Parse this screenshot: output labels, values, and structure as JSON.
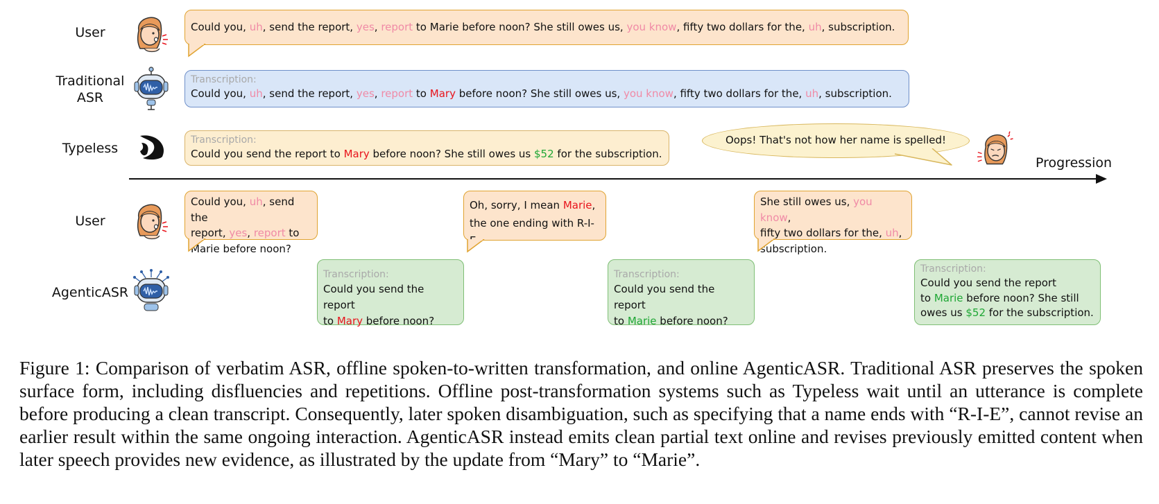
{
  "rows": {
    "user1": "User",
    "traditional_l1": "Traditional",
    "traditional_l2": "ASR",
    "typeless": "Typeless",
    "user2": "User",
    "agentic": "AgenticASR"
  },
  "progression": "Progression",
  "transcription_label": "Transcription:",
  "oops": "Oops!  That's not how her name is spelled!",
  "user1_utterance": [
    {
      "t": "Could you, ",
      "s": "n"
    },
    {
      "t": "uh",
      "s": "d"
    },
    {
      "t": ", send the report, ",
      "s": "n"
    },
    {
      "t": "yes",
      "s": "d"
    },
    {
      "t": ", ",
      "s": "n"
    },
    {
      "t": "report",
      "s": "d"
    },
    {
      "t": " to Marie before noon? She still owes us, ",
      "s": "n"
    },
    {
      "t": "you know",
      "s": "d"
    },
    {
      "t": ", fifty two dollars for the, ",
      "s": "n"
    },
    {
      "t": "uh",
      "s": "d"
    },
    {
      "t": ", subscription.",
      "s": "n"
    }
  ],
  "traditional_output": [
    {
      "t": "Could you, ",
      "s": "n"
    },
    {
      "t": "uh",
      "s": "d"
    },
    {
      "t": ", send the report, ",
      "s": "n"
    },
    {
      "t": "yes",
      "s": "d"
    },
    {
      "t": ", ",
      "s": "n"
    },
    {
      "t": "report",
      "s": "d"
    },
    {
      "t": " to ",
      "s": "n"
    },
    {
      "t": "Mary",
      "s": "e"
    },
    {
      "t": " before noon? She still owes us, ",
      "s": "n"
    },
    {
      "t": "you know",
      "s": "d"
    },
    {
      "t": ", fifty two dollars for the, ",
      "s": "n"
    },
    {
      "t": "uh",
      "s": "d"
    },
    {
      "t": ", subscription.",
      "s": "n"
    }
  ],
  "typeless_output": [
    {
      "t": "Could you send the report to ",
      "s": "n"
    },
    {
      "t": "Mary",
      "s": "e"
    },
    {
      "t": " before noon? She still owes us ",
      "s": "n"
    },
    {
      "t": "$52",
      "s": "g"
    },
    {
      "t": " for the subscription.",
      "s": "n"
    }
  ],
  "user2_a": [
    {
      "t": "Could you, ",
      "s": "n"
    },
    {
      "t": "uh",
      "s": "d"
    },
    {
      "t": ", send the",
      "s": "n"
    },
    {
      "t": "\n",
      "s": "br"
    },
    {
      "t": "report, ",
      "s": "n"
    },
    {
      "t": "yes",
      "s": "d"
    },
    {
      "t": ", ",
      "s": "n"
    },
    {
      "t": "report",
      "s": "d"
    },
    {
      "t": " to",
      "s": "n"
    },
    {
      "t": "\n",
      "s": "br"
    },
    {
      "t": "Marie before noon?",
      "s": "n"
    }
  ],
  "user2_b": [
    {
      "t": "Oh, sorry, I mean ",
      "s": "n"
    },
    {
      "t": "Marie",
      "s": "e"
    },
    {
      "t": ",",
      "s": "n"
    },
    {
      "t": "\n",
      "s": "br"
    },
    {
      "t": "the one ending with R-I-E.",
      "s": "n"
    }
  ],
  "user2_c": [
    {
      "t": "She still owes us, ",
      "s": "n"
    },
    {
      "t": "you know",
      "s": "d"
    },
    {
      "t": ",",
      "s": "n"
    },
    {
      "t": "\n",
      "s": "br"
    },
    {
      "t": "fifty two dollars for the, ",
      "s": "n"
    },
    {
      "t": "uh",
      "s": "d"
    },
    {
      "t": ",",
      "s": "n"
    },
    {
      "t": "\n",
      "s": "br"
    },
    {
      "t": "subscription.",
      "s": "n"
    }
  ],
  "agentic_a": [
    {
      "t": "Could you send the report",
      "s": "n"
    },
    {
      "t": "\n",
      "s": "br"
    },
    {
      "t": "to ",
      "s": "n"
    },
    {
      "t": "Mary",
      "s": "e"
    },
    {
      "t": " before noon?",
      "s": "n"
    }
  ],
  "agentic_b": [
    {
      "t": "Could you send the report",
      "s": "n"
    },
    {
      "t": "\n",
      "s": "br"
    },
    {
      "t": "to ",
      "s": "n"
    },
    {
      "t": "Marie",
      "s": "g"
    },
    {
      "t": " before noon?",
      "s": "n"
    }
  ],
  "agentic_c": [
    {
      "t": "Could you send the report",
      "s": "n"
    },
    {
      "t": "\n",
      "s": "br"
    },
    {
      "t": "to ",
      "s": "n"
    },
    {
      "t": "Marie",
      "s": "g"
    },
    {
      "t": " before noon? She still",
      "s": "n"
    },
    {
      "t": "\n",
      "s": "br"
    },
    {
      "t": "owes us ",
      "s": "n"
    },
    {
      "t": "$52",
      "s": "g"
    },
    {
      "t": " for the subscription.",
      "s": "n"
    }
  ],
  "caption": "Figure 1: Comparison of verbatim ASR, offline spoken-to-written transformation, and online AgenticASR. Traditional ASR preserves the spoken surface form, including disfluencies and repetitions. Offline post-transformation systems such as Typeless wait until an utterance is complete before producing a clean transcript. Consequently, later spoken disambiguation, such as specifying that a name ends with “R-I-E”, cannot revise an earlier result within the same ongoing interaction. AgenticASR instead emits clean partial text online and revises previously emitted content when later speech provides new evidence, as illustrated by the update from “Mary” to “Marie”.",
  "colors": {
    "disfluency": "#f08aa6",
    "error": "#e8141c",
    "correct": "#1fa735",
    "speech_bg": "#fde4cc",
    "asr_bg": "#d9e6f8",
    "typeless_bg": "#fdeed0",
    "agentic_bg": "#d6ebd2"
  },
  "icons": {
    "user": "user-speaking-icon",
    "asr_robot": "asr-robot-icon",
    "typeless_logo": "typeless-logo-icon",
    "agentic_robot": "agentic-robot-icon",
    "frustrated_user": "frustrated-user-icon"
  }
}
